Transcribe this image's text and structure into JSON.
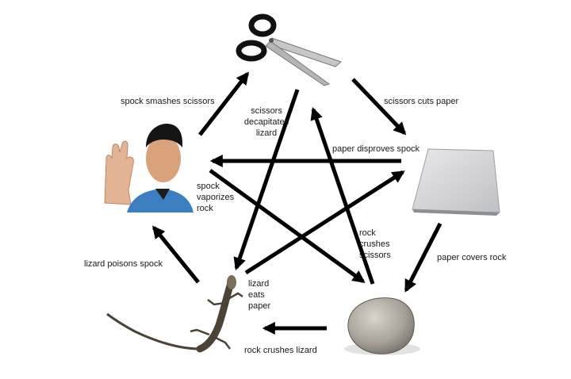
{
  "nodes": [
    {
      "id": "scissors",
      "icon": "scissors-icon"
    },
    {
      "id": "paper",
      "icon": "paper-sheet-icon"
    },
    {
      "id": "rock",
      "icon": "rock-icon"
    },
    {
      "id": "lizard",
      "icon": "lizard-icon"
    },
    {
      "id": "spock",
      "icon": "spock-portrait-icon"
    }
  ],
  "edges": [
    {
      "from": "scissors",
      "to": "paper",
      "label": "scissors cuts paper"
    },
    {
      "from": "paper",
      "to": "rock",
      "label": "paper covers rock"
    },
    {
      "from": "rock",
      "to": "lizard",
      "label": "rock crushes lizard"
    },
    {
      "from": "lizard",
      "to": "spock",
      "label": "lizard poisons spock"
    },
    {
      "from": "spock",
      "to": "scissors",
      "label": "spock smashes scissors"
    },
    {
      "from": "scissors",
      "to": "lizard",
      "label_lines": [
        "scissors",
        "decapitates",
        "lizard"
      ]
    },
    {
      "from": "lizard",
      "to": "paper",
      "label_lines": [
        "lizard",
        "eats",
        "paper"
      ]
    },
    {
      "from": "paper",
      "to": "spock",
      "label": "paper disproves spock"
    },
    {
      "from": "spock",
      "to": "rock",
      "label_lines": [
        "spock",
        "vaporizes",
        "rock"
      ]
    },
    {
      "from": "rock",
      "to": "scissors",
      "label_lines": [
        "rock",
        "crushes",
        "scissors"
      ]
    }
  ],
  "colors": {
    "arrow": "#000000",
    "text": "#1a1a1a"
  }
}
